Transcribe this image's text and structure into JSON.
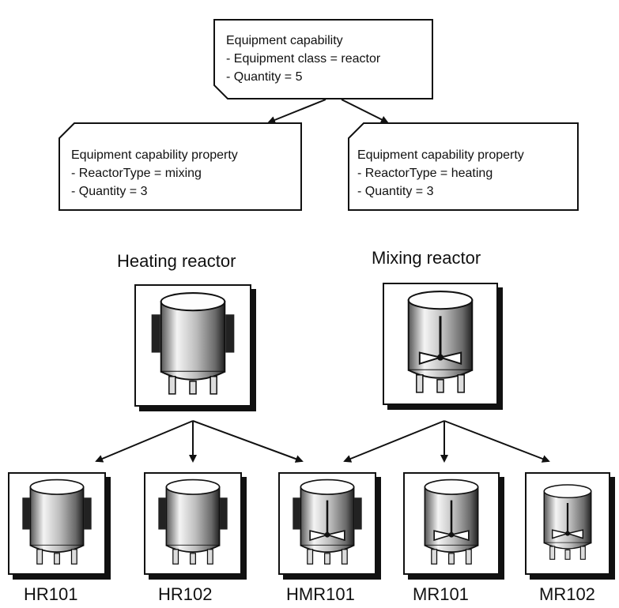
{
  "top_box": {
    "line1": "Equipment capability",
    "line2": "- Equipment class = reactor",
    "line3": "- Quantity = 5"
  },
  "left_box": {
    "line1": "Equipment capability property",
    "line2": "- ReactorType = mixing",
    "line3": "- Quantity = 3"
  },
  "right_box": {
    "line1": "Equipment capability property",
    "line2": "- ReactorType = heating",
    "line3": "- Quantity = 3"
  },
  "types": {
    "heating": "Heating reactor",
    "mixing": "Mixing reactor"
  },
  "units": [
    "HR101",
    "HR102",
    "HMR101",
    "MR101",
    "MR102"
  ]
}
